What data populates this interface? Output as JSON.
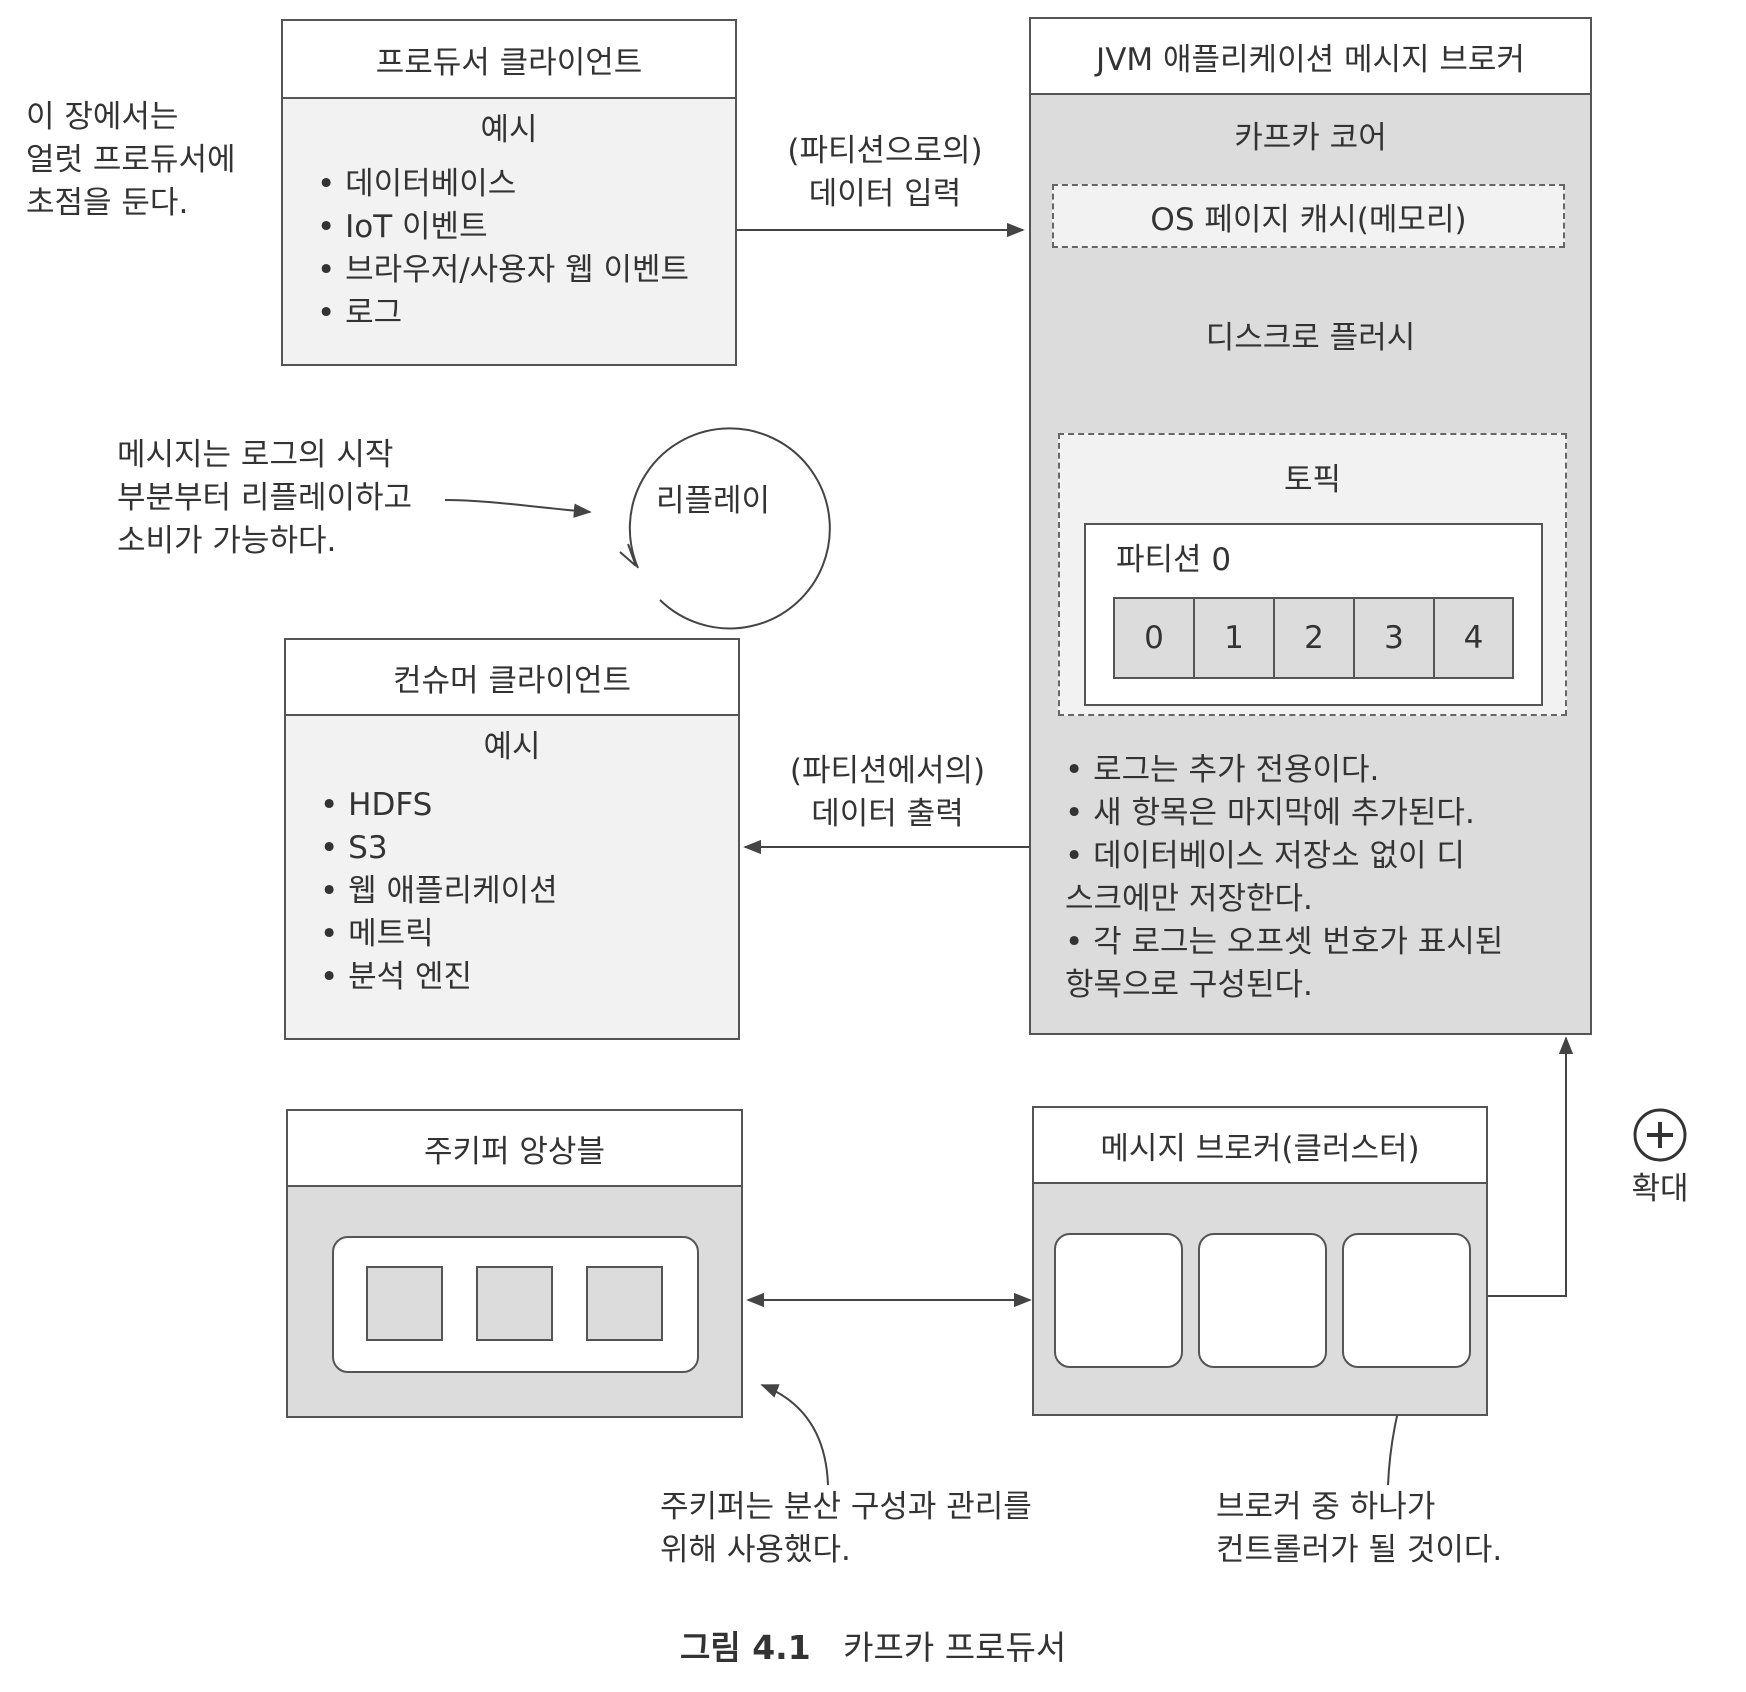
{
  "left_note": [
    "이 장에서는",
    "얼럿 프로듀서에",
    "초점을 둔다."
  ],
  "producer": {
    "title": "프로듀서 클라이언트",
    "examples_title": "예시",
    "items": [
      "데이터베이스",
      "IoT 이벤트",
      "브라우저/사용자 웹 이벤트",
      "로그"
    ]
  },
  "input_label": [
    "(파티션으로의)",
    "데이터 입력"
  ],
  "jvm": {
    "title": "JVM 애플리케이션 메시지 브로커",
    "core": "카프카 코어",
    "page_cache": "OS 페이지 캐시(메모리)",
    "flush": "디스크로 플러시",
    "topic": "토픽",
    "partition": "파티션 0",
    "offsets": [
      "0",
      "1",
      "2",
      "3",
      "4"
    ],
    "notes": [
      "로그는 추가 전용이다.",
      "새 항목은 마지막에 추가된다.",
      "데이터베이스 저장소 없이 디스크에만 저장한다.",
      "각 로그는 오프셋 번호가 표시된 항목으로 구성된다."
    ]
  },
  "replay_note": [
    "메시지는 로그의 시작",
    "부분부터 리플레이하고",
    "소비가 가능하다."
  ],
  "replay": "리플레이",
  "consumer": {
    "title": "컨슈머 클라이언트",
    "examples_title": "예시",
    "items": [
      "HDFS",
      "S3",
      "웹 애플리케이션",
      "메트릭",
      "분석 엔진"
    ]
  },
  "output_label": [
    "(파티션에서의)",
    "데이터 출력"
  ],
  "zookeeper": {
    "title": "주키퍼 앙상블"
  },
  "broker_cluster": {
    "title": "메시지 브로커(클러스터)"
  },
  "expand": {
    "icon": "plus-circle-icon",
    "label": "확대"
  },
  "zk_note": [
    "주키퍼는 분산 구성과 관리를",
    "위해 사용했다."
  ],
  "controller_note": [
    "브로커 중 하나가",
    "컨트롤러가 될 것이다."
  ],
  "caption": {
    "number": "그림 4.1",
    "text": "카프카 프로듀서"
  }
}
